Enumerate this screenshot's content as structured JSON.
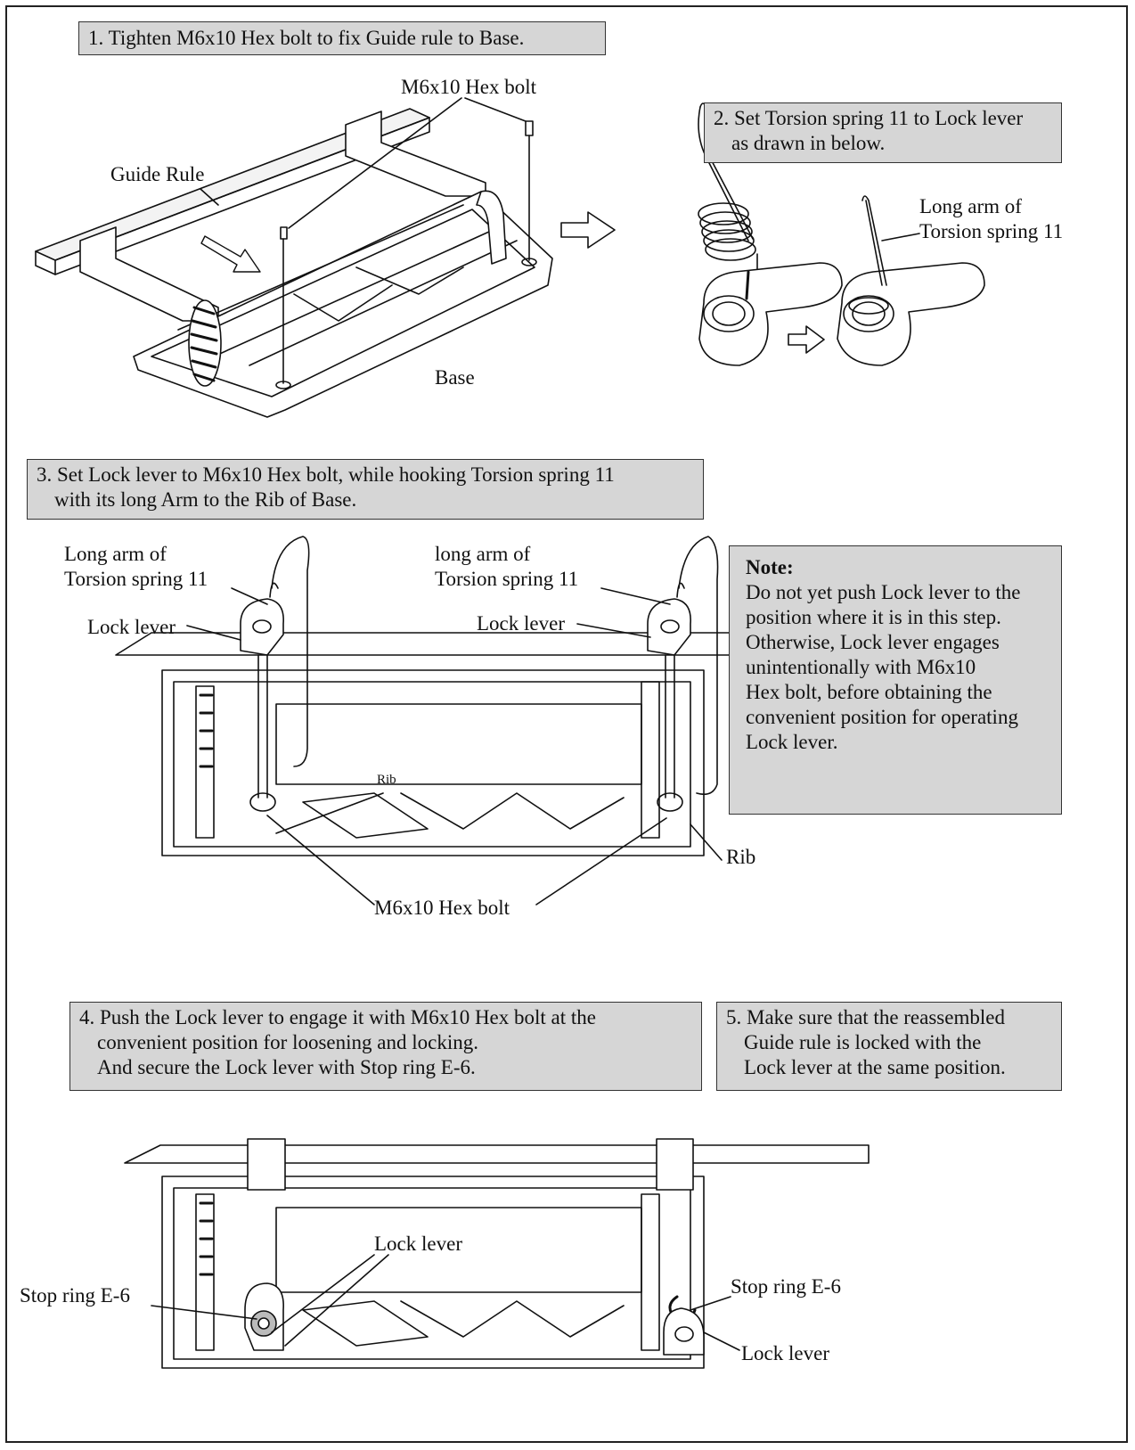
{
  "steps": {
    "step1": "1. Tighten  M6x10 Hex bolt to fix Guide rule to Base.",
    "step2_line1": "2. Set Torsion spring 11 to Lock lever",
    "step2_line2": "as drawn in below.",
    "step3_line1": "3. Set Lock lever to M6x10 Hex bolt,  while hooking Torsion spring 11",
    "step3_line2": "with its long Arm to the Rib of Base.",
    "step4_line1": "4. Push the Lock lever to engage it with M6x10 Hex bolt at the",
    "step4_line2": "convenient position for loosening and locking.",
    "step4_line3": "And secure the Lock lever with Stop ring E-6.",
    "step5_line1": "5. Make sure that the reassembled",
    "step5_line2": "Guide rule is locked with the",
    "step5_line3": "Lock lever at the same position."
  },
  "note": {
    "title": "Note:",
    "lines": [
      "Do not yet push Lock lever to the",
      "position where it is in this step.",
      "Otherwise, Lock lever engages",
      "unintentionally with M6x10",
      "Hex bolt, before obtaining the",
      "convenient position for operating",
      "Lock lever."
    ]
  },
  "labels": {
    "hex_bolt_top": "M6x10 Hex bolt",
    "guide_rule": "Guide Rule",
    "base": "Base",
    "long_arm_1": "Long arm of",
    "torsion_1": "Torsion spring 11",
    "long_arm_left_1": "Long arm of",
    "long_arm_left_2": "Torsion spring 11",
    "long_arm_right_1": "long arm of",
    "long_arm_right_2": "Torsion spring 11",
    "lock_lever_left": "Lock lever",
    "lock_lever_right": "Lock lever",
    "rib_small": "Rib",
    "rib_right": "Rib",
    "hex_bolt_bottom": "M6x10 Hex bolt",
    "stop_ring_left": "Stop ring E-6",
    "stop_ring_right": "Stop ring E-6",
    "lock_lever_mid": "Lock lever",
    "lock_lever_bottom_right": "Lock lever"
  },
  "colors": {
    "box_fill": "#d6d6d6",
    "line": "#111111"
  }
}
